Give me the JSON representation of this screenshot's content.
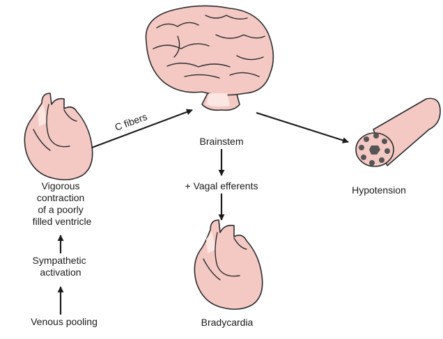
{
  "nodes": {
    "brainstem": "Brainstem",
    "vagal": "+ Vagal efferents",
    "bradycardia": "Bradycardia",
    "hypotension": "Hypotension",
    "venous_pooling": "Venous pooling",
    "sympathetic": [
      "Sympathetic",
      "activation"
    ],
    "vigorous": [
      "Vigorous",
      "contraction",
      "of a poorly",
      "filled ventricle"
    ]
  },
  "edges": {
    "c_fibers": "C fibers"
  }
}
